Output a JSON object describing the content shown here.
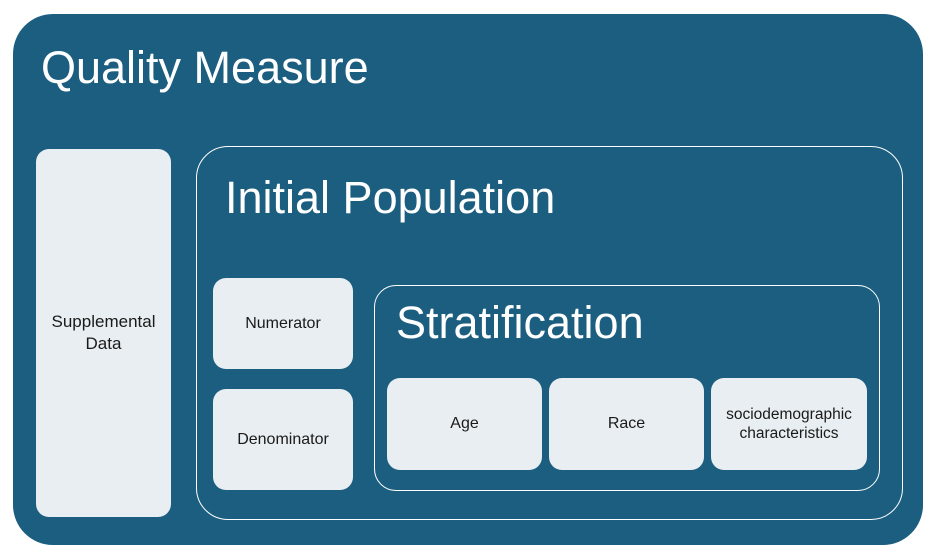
{
  "colors": {
    "primary": "#1C5E80",
    "box-light": "#E8EEF2",
    "border": "#FFFFFF",
    "text-light": "#FFFFFF",
    "text-dark": "#1A1A1A"
  },
  "diagram": {
    "title": "Quality Measure",
    "supplemental": {
      "label": "Supplemental Data"
    },
    "initial_population": {
      "title": "Initial Population",
      "numerator": {
        "label": "Numerator"
      },
      "denominator": {
        "label": "Denominator"
      },
      "stratification": {
        "title": "Stratification",
        "items": [
          {
            "label": "Age"
          },
          {
            "label": "Race"
          },
          {
            "label": "sociodemographic characteristics"
          }
        ]
      }
    }
  }
}
